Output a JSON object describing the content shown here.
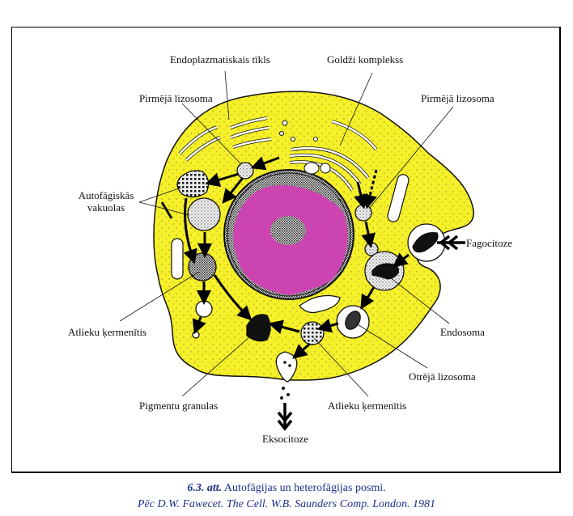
{
  "diagram": {
    "colors": {
      "cytoplasm": "#f5f02a",
      "nucleus": "#cc44b0",
      "chromatin": "#3a3a3a",
      "outline": "#111111",
      "caption": "#1f2f8a"
    },
    "labels": {
      "endoplasmic_reticulum": "Endoplazmatiskais tīkls",
      "golgi": "Goldži komplekss",
      "primary_lysosome_left": "Pirmējā lizosoma",
      "primary_lysosome_right": "Pirmējā lizosoma",
      "autophagic_vacuoles_line1": "Autofāgiskās",
      "autophagic_vacuoles_line2": "vakuolas",
      "phagocytosis": "Fagocitoze",
      "residual_body_left": "Atlieku ķermenītis",
      "endosome": "Endosoma",
      "secondary_lysosome": "Otrējā lizosoma",
      "pigment_granules": "Pigmentu granulas",
      "residual_body_bottom": "Atlieku ķermenītis",
      "exocytosis": "Eksocitoze"
    }
  },
  "caption": {
    "number": "6.3. att.",
    "title": "Autofāgijas un heterofāgijas posmi.",
    "source": "Pēc D.W. Fawecet. The Cell. W.B. Saunders Comp. London. 1981"
  }
}
